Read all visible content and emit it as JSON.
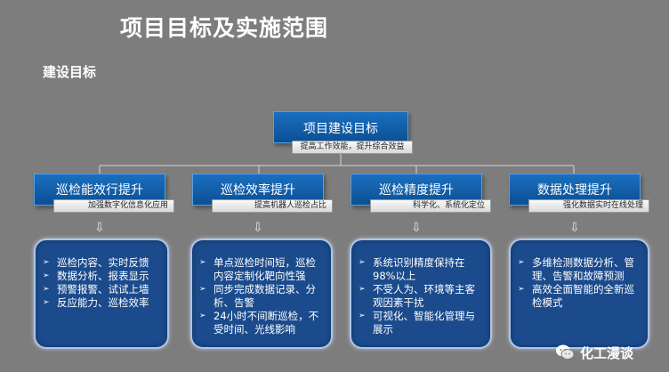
{
  "title": "项目目标及实施范围",
  "subtitle": "建设目标",
  "root": {
    "label": "项目建设目标",
    "tag": "提高工作效能，提升综合效益"
  },
  "arrow_glyph": "⇩",
  "categories": [
    {
      "label": "巡检能效行提升",
      "tag": "加强数字化信息化应用",
      "items": [
        "巡检内容、实时反馈",
        "数据分析、报表显示",
        "预警报警、试试上墙",
        "反应能力、巡检效率"
      ]
    },
    {
      "label": "巡检效率提升",
      "tag": "提高机器人巡检占比",
      "items": [
        "单点巡检时间短，巡检内容定制化靶向性强",
        "同步完成数据记录、分析、告警",
        "24小时不间断巡检，不受时间、光线影响"
      ]
    },
    {
      "label": "巡检精度提升",
      "tag": "科学化、系统化定位",
      "items": [
        "系统识别精度保持在98%以上",
        "不受人为、环境等主客观因素干扰",
        "可视化、智能化管理与展示"
      ]
    },
    {
      "label": "数据处理提升",
      "tag": "强化数据实时在线处理",
      "items": [
        "多维检测数据分析、管理、告警和故障预测",
        "高效全面智能的全新巡检模式"
      ]
    }
  ],
  "watermark": {
    "text": "化工漫谈",
    "icon": "wechat-icon"
  },
  "colors": {
    "background": "#7d7d7d",
    "box": "#0f5ea8",
    "card": "#1b4b8c",
    "card_border": "#aac4ee"
  }
}
